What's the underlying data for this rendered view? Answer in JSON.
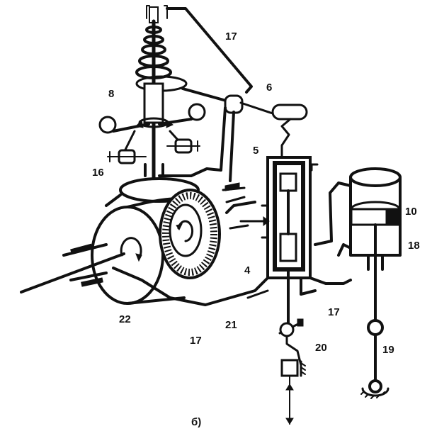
{
  "labels": {
    "l17a": "17",
    "l6": "6",
    "l8": "8",
    "l5": "5",
    "l16": "16",
    "l10": "10",
    "l18": "18",
    "l4": "4",
    "l22": "22",
    "l21": "21",
    "l17b": "17",
    "l17c": "17",
    "l20": "20",
    "l19": "19"
  },
  "caption": "б)"
}
